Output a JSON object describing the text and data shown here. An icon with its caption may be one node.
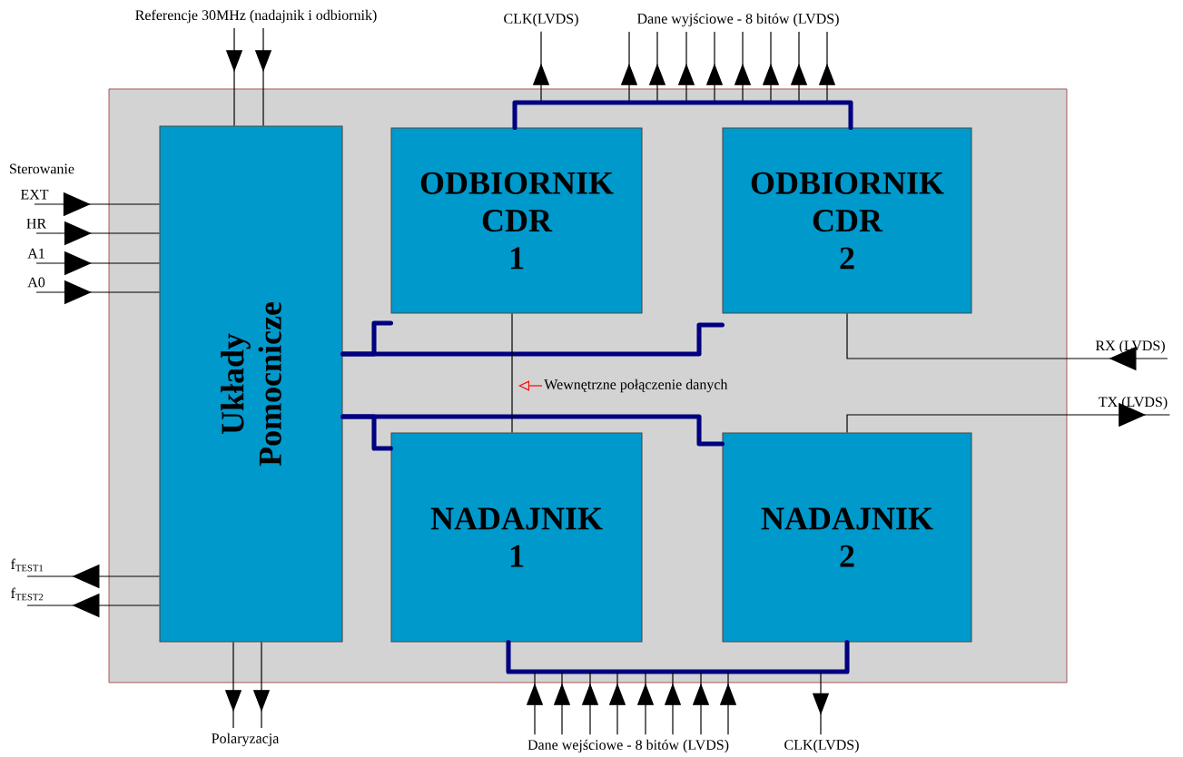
{
  "diagram": {
    "nodes": [
      {
        "text": [],
        "shape": "box"
      },
      {
        "text": [
          "Układy Pomocnicze"
        ],
        "in": 0
      },
      {
        "text": [
          "ODBIORNIK CDR 1"
        ],
        "in": 0
      },
      {
        "text": [
          "ODBIORNIK CDR 2"
        ],
        "in": 0
      },
      {
        "text": [
          "NADAJNIK 1"
        ],
        "in": 0
      },
      {
        "text": [
          "NADAJNIK 2"
        ],
        "in": 0
      },
      {
        "text": [
          "Referencje 30MHz (nadajnik i odbiornik)"
        ]
      },
      {
        "text": [
          "CLK(LVDS)"
        ]
      },
      {
        "text": [
          "Dane wyjściowe - 8 bitów (LVDS)"
        ]
      },
      {
        "text": [
          "EXT"
        ]
      },
      {
        "text": [
          "HR"
        ]
      },
      {
        "text": [
          "A1"
        ]
      },
      {
        "text": [
          "A0"
        ]
      },
      {
        "text": [
          "f$_{TEST1}$"
        ]
      },
      {
        "text": [
          "f$_{TEST2}$"
        ]
      },
      {
        "text": [
          "RX (LVDS)"
        ]
      },
      {
        "text": [
          "TX (LVDS)"
        ]
      },
      {
        "text": [
          "Wewnętrzne połączenie danych"
        ],
        "in": 0
      },
      {
        "text": [
          "Polaryzacja"
        ]
      },
      {
        "text": [
          "Dane wejściowe - 8 bitów (LVDS)"
        ]
      },
      {
        "text": [
          "CLK(LVDS)"
        ]
      }
    ],
    "edges": [
      {
        "from": 6,
        "to": 1,
        "arrow": "to"
      },
      {
        "from": 6,
        "to": 1,
        "arrow": "to"
      },
      {
        "from": 0,
        "to": 7,
        "arrow": "to"
      },
      {
        "from": 0,
        "to": 8,
        "arrow": "to"
      },
      {
        "from": 0,
        "to": 8,
        "arrow": "to"
      },
      {
        "from": 0,
        "to": 8,
        "arrow": "to"
      },
      {
        "from": 0,
        "to": 8,
        "arrow": "to"
      },
      {
        "from": 0,
        "to": 8,
        "arrow": "to"
      },
      {
        "from": 0,
        "to": 8,
        "arrow": "to"
      },
      {
        "from": 0,
        "to": 8,
        "arrow": "to"
      },
      {
        "from": 0,
        "to": 8,
        "arrow": "to"
      },
      {
        "from": 2,
        "to": 3,
        "arrow": "none",
        "style": "thick",
        "color": "#000080"
      },
      {
        "from": 9,
        "to": 1,
        "arrow": "to"
      },
      {
        "from": 10,
        "to": 1,
        "arrow": "to"
      },
      {
        "from": 11,
        "to": 1,
        "arrow": "to"
      },
      {
        "from": 12,
        "to": 1,
        "arrow": "to"
      },
      {
        "from": 1,
        "to": 13,
        "arrow": "to"
      },
      {
        "from": 1,
        "to": 14,
        "arrow": "to"
      },
      {
        "from": 1,
        "to": 2,
        "arrow": "none",
        "style": "thick",
        "color": "#000080"
      },
      {
        "from": 1,
        "to": 3,
        "arrow": "none",
        "style": "thick",
        "color": "#000080"
      },
      {
        "from": 1,
        "to": 4,
        "arrow": "none",
        "style": "thick",
        "color": "#000080"
      },
      {
        "from": 1,
        "to": 5,
        "arrow": "none",
        "style": "thick",
        "color": "#000080"
      },
      {
        "from": 2,
        "to": 4,
        "arrow": "none"
      },
      {
        "from": 17,
        "to": null,
        "arrow": "to",
        "color": "#ff0000"
      },
      {
        "from": 15,
        "to": 3,
        "arrow": "to"
      },
      {
        "from": 5,
        "to": 16,
        "arrow": "to"
      },
      {
        "from": 4,
        "to": 5,
        "arrow": "none",
        "style": "thick",
        "color": "#000080"
      },
      {
        "from": 19,
        "to": 0,
        "arrow": "to"
      },
      {
        "from": 19,
        "to": 0,
        "arrow": "to"
      },
      {
        "from": 19,
        "to": 0,
        "arrow": "to"
      },
      {
        "from": 19,
        "to": 0,
        "arrow": "to"
      },
      {
        "from": 19,
        "to": 0,
        "arrow": "to"
      },
      {
        "from": 19,
        "to": 0,
        "arrow": "to"
      },
      {
        "from": 19,
        "to": 0,
        "arrow": "to"
      },
      {
        "from": 19,
        "to": 0,
        "arrow": "to"
      },
      {
        "from": 0,
        "to": 20,
        "arrow": "to"
      },
      {
        "from": 1,
        "to": 18,
        "arrow": "to"
      },
      {
        "from": 1,
        "to": 18,
        "arrow": "to"
      }
    ],
    "labels": [
      "Sterowanie"
    ]
  }
}
